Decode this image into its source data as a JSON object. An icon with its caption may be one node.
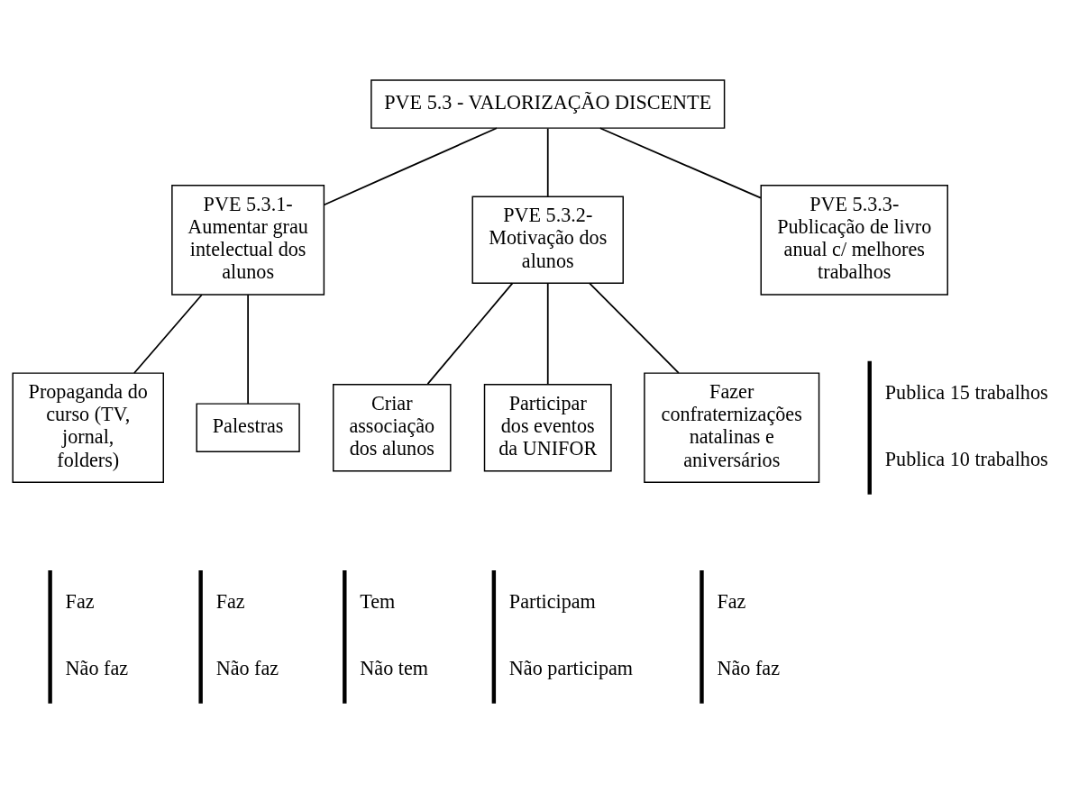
{
  "diagram": {
    "nodes": [
      {
        "text": [
          "PVE 5.3 - VALORIZAÇÃO DISCENTE"
        ]
      },
      {
        "text": [
          "PVE 5.3.1- Aumentar grau intelectual dos alunos"
        ]
      },
      {
        "text": [
          "PVE 5.3.2- Motivação dos alunos"
        ]
      },
      {
        "text": [
          "PVE 5.3.3- Publicação de livro anual c/ melhores trabalhos"
        ]
      },
      {
        "text": [
          "Propaganda do curso (TV, jornal, folders)"
        ]
      },
      {
        "text": [
          "Palestras"
        ]
      },
      {
        "text": [
          "Criar associação dos alunos"
        ]
      },
      {
        "text": [
          "Participar dos eventos da UNIFOR"
        ]
      },
      {
        "text": [
          "Fazer confraternizações natalinas e aniversários"
        ]
      }
    ],
    "edges": [
      {
        "from": 0,
        "to": 1,
        "arrow": "none"
      },
      {
        "from": 0,
        "to": 2,
        "arrow": "none"
      },
      {
        "from": 0,
        "to": 3,
        "arrow": "none"
      },
      {
        "from": 1,
        "to": 4,
        "arrow": "none"
      },
      {
        "from": 1,
        "to": 5,
        "arrow": "none"
      },
      {
        "from": 2,
        "to": 6,
        "arrow": "none"
      },
      {
        "from": 2,
        "to": 7,
        "arrow": "none"
      },
      {
        "from": 2,
        "to": 8,
        "arrow": "none"
      }
    ],
    "labels": [
      "Publica 15 trabalhos",
      "Publica 10 trabalhos",
      "Faz",
      "Faz",
      "Tem",
      "Participam",
      "Faz",
      "Não faz",
      "Não faz",
      "Não tem",
      "Não participam",
      "Não faz"
    ]
  }
}
